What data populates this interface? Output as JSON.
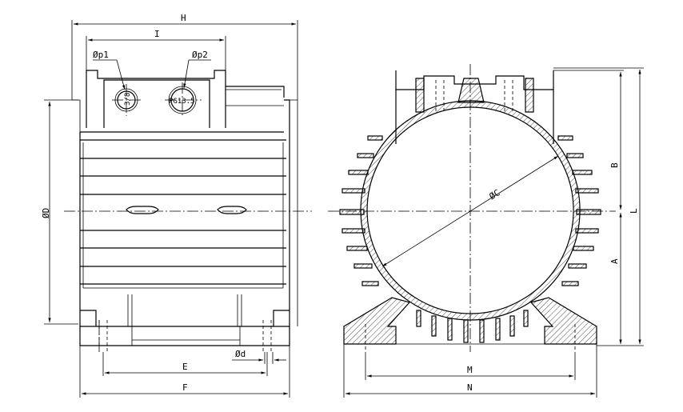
{
  "labels": {
    "H": "H",
    "I": "I",
    "p1": "Øp1",
    "p2": "Øp2",
    "gland1": "3/8",
    "gland2": "PG13.5",
    "D": "ØD",
    "d": "Ød",
    "E": "E",
    "F": "F",
    "C": "ØC",
    "B": "B",
    "A": "A",
    "L": "L",
    "M": "M",
    "N": "N"
  }
}
